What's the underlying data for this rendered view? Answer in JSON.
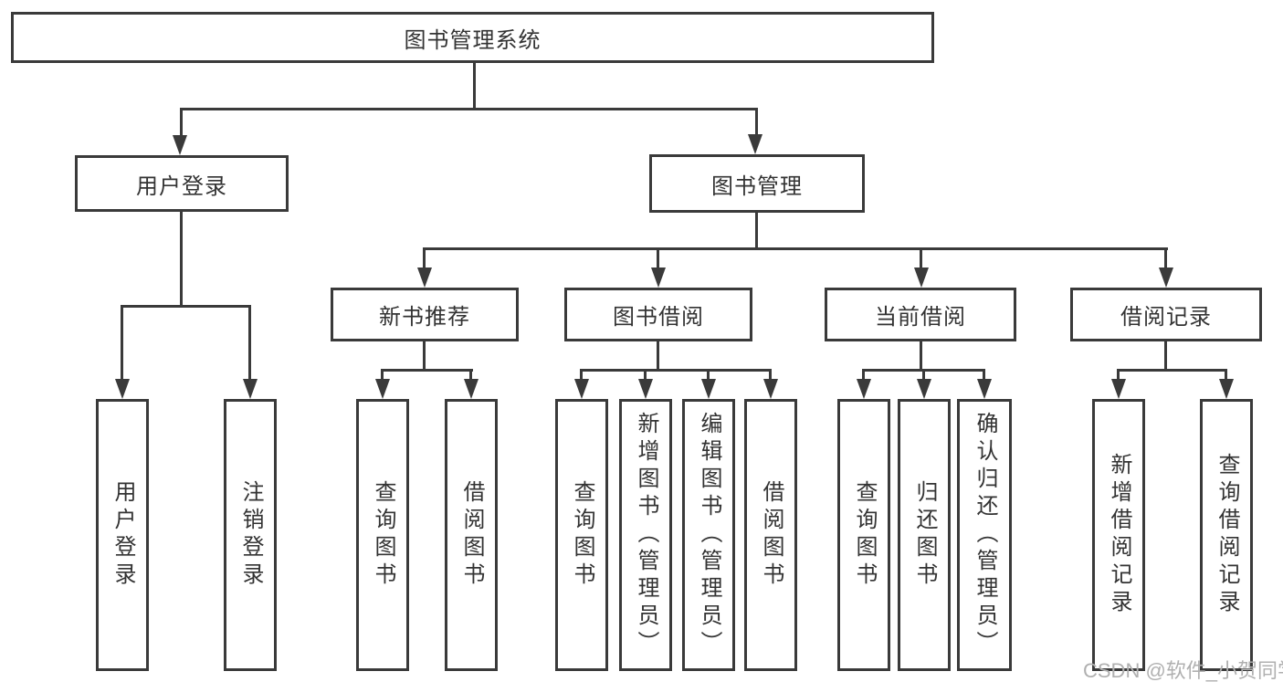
{
  "colors": {
    "line": "#3a3a3a",
    "text": "#333333",
    "box_fill": "#ffffff",
    "background": "#ffffff",
    "watermark": "#b0b0b0"
  },
  "watermark": "CSDN @软件_小贺同学",
  "tree": {
    "label": "图书管理系统",
    "children": [
      {
        "label": "用户登录",
        "children": [
          {
            "label": "用户登录"
          },
          {
            "label": "注销登录"
          }
        ]
      },
      {
        "label": "图书管理",
        "children": [
          {
            "label": "新书推荐",
            "children": [
              {
                "label": "查询图书"
              },
              {
                "label": "借阅图书"
              }
            ]
          },
          {
            "label": "图书借阅",
            "children": [
              {
                "label": "查询图书"
              },
              {
                "label": "新增图书（管理员）"
              },
              {
                "label": "编辑图书（管理员）"
              },
              {
                "label": "借阅图书"
              }
            ]
          },
          {
            "label": "当前借阅",
            "children": [
              {
                "label": "查询图书"
              },
              {
                "label": "归还图书"
              },
              {
                "label": "确认归还（管理员）"
              }
            ]
          },
          {
            "label": "借阅记录",
            "children": [
              {
                "label": "新增借阅记录"
              },
              {
                "label": "查询借阅记录"
              }
            ]
          }
        ]
      }
    ]
  }
}
